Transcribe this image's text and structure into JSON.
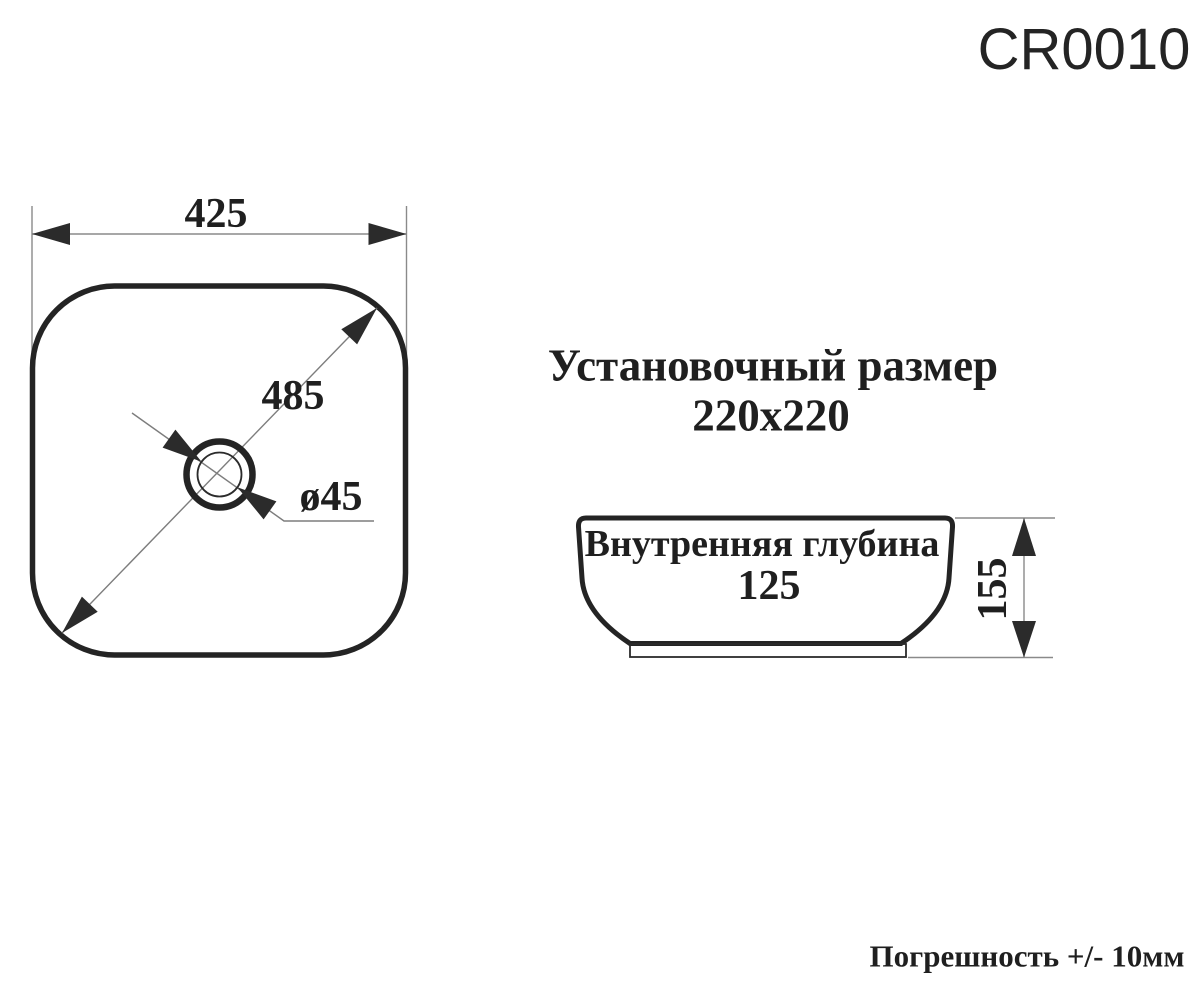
{
  "model": "CR0010",
  "top_view": {
    "width": "425",
    "diagonal": "485",
    "drain_diameter": "ø45"
  },
  "installation_size": {
    "label": "Установочный размер",
    "value": "220x220"
  },
  "side_view": {
    "inner_depth_label": "Внутренняя глубина",
    "inner_depth_value": "125",
    "height": "155"
  },
  "tolerance": "Погрешность +/- 10мм",
  "colors": {
    "ink": "#1f1f1f",
    "outline": "#242424",
    "thin_line": "#777777",
    "background": "#ffffff"
  }
}
